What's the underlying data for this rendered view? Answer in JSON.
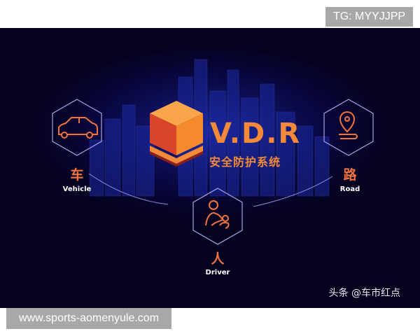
{
  "overlays": {
    "tg_badge": "TG: MYYJJPP",
    "url_badge": "www.sports-aomenyule.com"
  },
  "hero": {
    "title": "V.D.R",
    "subtitle": "安全防护系统",
    "watermark": "头条 @车市红点",
    "nodes": [
      {
        "cn": "车",
        "en": "Vehicle",
        "icon": "car-icon"
      },
      {
        "cn": "路",
        "en": "Road",
        "icon": "location-pin-road-icon"
      },
      {
        "cn": "人",
        "en": "Driver",
        "icon": "driver-child-icon"
      }
    ],
    "colors": {
      "background": "#05021f",
      "accent_orange": "#f2733f",
      "hex_outline": "#a7a3e6",
      "cube_top": "#f9a64a",
      "cube_left": "#d9442a",
      "cube_right": "#f58a2d"
    }
  }
}
